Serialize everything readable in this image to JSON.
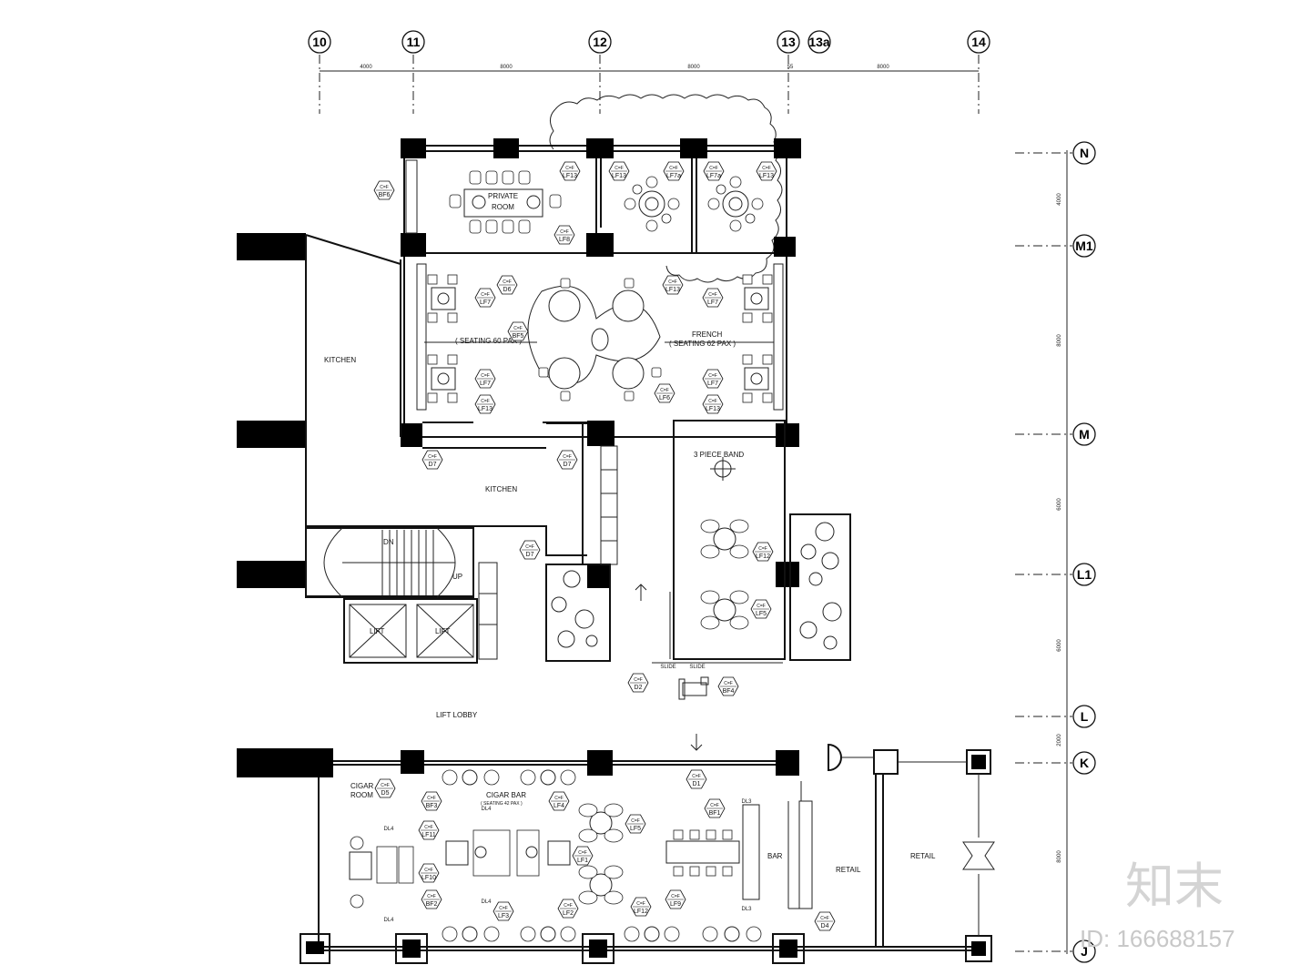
{
  "grid": {
    "columns": [
      "10",
      "11",
      "12",
      "13",
      "13a",
      "14"
    ],
    "rows": [
      "N",
      "M1",
      "M",
      "L1",
      "L",
      "K",
      "J"
    ],
    "column_spacing": [
      "4000",
      "8000",
      "8000",
      "55",
      "8000"
    ],
    "row_spacing": [
      "4000",
      "8000",
      "6000",
      "6000",
      "2000",
      "8000"
    ]
  },
  "rooms": {
    "private_room": "PRIVATE\nROOM",
    "private_room_line1": "PRIVATE",
    "private_room_line2": "ROOM",
    "kitchen_main": "KITCHEN",
    "kitchen_second": "KITCHEN",
    "french": "FRENCH",
    "french_seating_right": "( SEATING  62 PAX )",
    "french_seating_left": "( SEATING  60 PAX )",
    "band": "3 PIECE BAND",
    "lift_1": "LIFT",
    "lift_2": "LIFT",
    "lift_lobby": "LIFT LOBBY",
    "cigar_room_1": "CIGAR",
    "cigar_room_2": "ROOM",
    "cigar_bar": "CIGAR BAR",
    "cigar_bar_seating": "( SEATING  42 PAX )",
    "bar": "BAR",
    "retail_1": "RETAIL",
    "retail_2": "RETAIL",
    "stair_up": "UP",
    "stair_dn": "DN"
  },
  "tags": [
    {
      "top": "C=F",
      "bot": "BF6"
    },
    {
      "top": "C=F",
      "bot": "LF13"
    },
    {
      "top": "C=F",
      "bot": "LF8"
    },
    {
      "top": "C=F",
      "bot": "LF13"
    },
    {
      "top": "C=F",
      "bot": "LF7a"
    },
    {
      "top": "C=F",
      "bot": "LF7a"
    },
    {
      "top": "C=F",
      "bot": "LF13"
    },
    {
      "top": "C=F",
      "bot": "D6"
    },
    {
      "top": "C=F",
      "bot": "LF13"
    },
    {
      "top": "C=F",
      "bot": "LF7"
    },
    {
      "top": "C=F",
      "bot": "LF7"
    },
    {
      "top": "C=F",
      "bot": "BF5"
    },
    {
      "top": "C=F",
      "bot": "LF7"
    },
    {
      "top": "C=F",
      "bot": "LF13"
    },
    {
      "top": "C=F",
      "bot": "LF6"
    },
    {
      "top": "C=F",
      "bot": "LF7"
    },
    {
      "top": "C=F",
      "bot": "LF13"
    },
    {
      "top": "C=F",
      "bot": "D7"
    },
    {
      "top": "C=F",
      "bot": "D7"
    },
    {
      "top": "C=F",
      "bot": "D7"
    },
    {
      "top": "C=F",
      "bot": "LF12"
    },
    {
      "top": "C=F",
      "bot": "LF5"
    },
    {
      "top": "C=F",
      "bot": "D2"
    },
    {
      "top": "C=F",
      "bot": "BF4"
    },
    {
      "top": "C=F",
      "bot": "D1"
    },
    {
      "top": "C=F",
      "bot": "D5"
    },
    {
      "top": "C=F",
      "bot": "BF3"
    },
    {
      "top": "C=F",
      "bot": "LF4"
    },
    {
      "top": "C=F",
      "bot": "LF11"
    },
    {
      "top": "C=F",
      "bot": "LF5"
    },
    {
      "top": "C=F",
      "bot": "BF1"
    },
    {
      "top": "C=F",
      "bot": "LF1"
    },
    {
      "top": "C=F",
      "bot": "LF10"
    },
    {
      "top": "C=F",
      "bot": "BF2"
    },
    {
      "top": "C=F",
      "bot": "LF3"
    },
    {
      "top": "C=F",
      "bot": "LF2"
    },
    {
      "top": "C=F",
      "bot": "LF12"
    },
    {
      "top": "C=F",
      "bot": "LF9"
    },
    {
      "top": "C=F",
      "bot": "D4"
    }
  ],
  "small_labels": {
    "dl4": "DL4",
    "dl3": "DL3",
    "slide": "SLIDE"
  },
  "watermark": {
    "logo": "知末",
    "id": "ID: 166688157"
  }
}
